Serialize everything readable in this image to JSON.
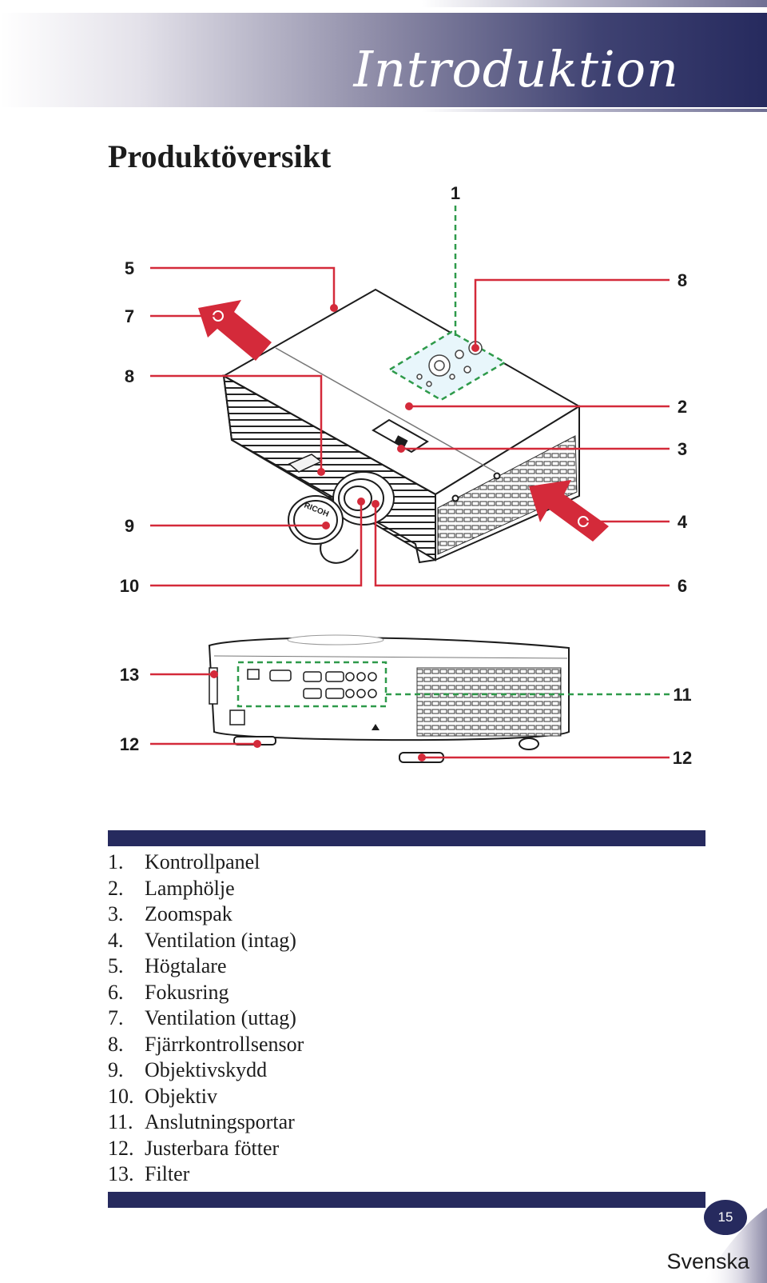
{
  "header": {
    "title": "Introduktion"
  },
  "section": {
    "title": "Produktöversikt"
  },
  "diagram": {
    "callouts": [
      "1",
      "2",
      "3",
      "4",
      "5",
      "6",
      "7",
      "8",
      "8",
      "9",
      "10",
      "11",
      "12",
      "12",
      "13"
    ],
    "lens_cap_brand": "RICOH",
    "colors": {
      "leader": "#d42a3a",
      "dashed": "#2e9a4a",
      "accent_fill": "#e8f6fb"
    }
  },
  "parts": [
    {
      "num": "1.",
      "label": "Kontrollpanel"
    },
    {
      "num": "2.",
      "label": "Lamphölje"
    },
    {
      "num": "3.",
      "label": "Zoomspak"
    },
    {
      "num": "4.",
      "label": "Ventilation (intag)"
    },
    {
      "num": "5.",
      "label": "Högtalare"
    },
    {
      "num": "6.",
      "label": "Fokusring"
    },
    {
      "num": "7.",
      "label": "Ventilation (uttag)"
    },
    {
      "num": "8.",
      "label": "Fjärrkontrollsensor"
    },
    {
      "num": "9.",
      "label": "Objektivskydd"
    },
    {
      "num": "10.",
      "label": "Objektiv"
    },
    {
      "num": "11.",
      "label": "Anslutningsportar"
    },
    {
      "num": "12.",
      "label": "Justerbara fötter"
    },
    {
      "num": "13.",
      "label": "Filter"
    }
  ],
  "footer": {
    "page": "15",
    "language": "Svenska"
  },
  "colors": {
    "navy": "#262a5e",
    "red": "#d42a3a",
    "green": "#2e9a4a"
  }
}
